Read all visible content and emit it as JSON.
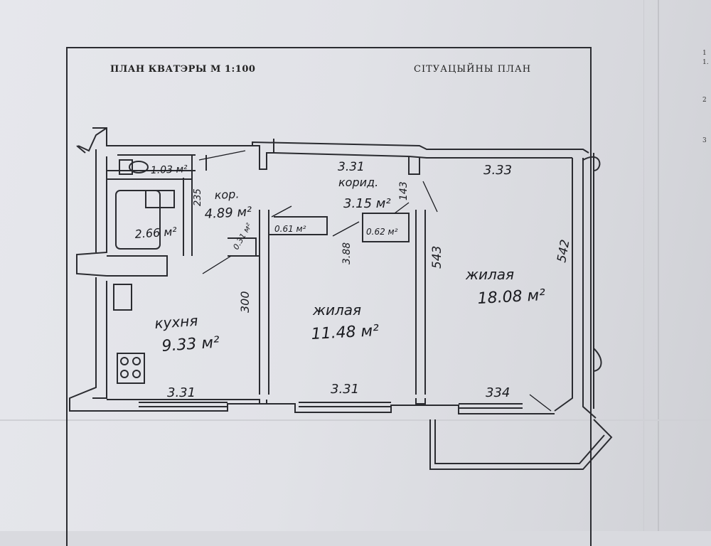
{
  "header": {
    "left_title": "ПЛАН КВАТЭРЫ М 1:100",
    "right_title": "СІТУАЦЫЙНЫ ПЛАН"
  },
  "edge_marks": [
    "1",
    "1.",
    "2",
    "3"
  ],
  "plan": {
    "rooms": [
      {
        "name": "кухня",
        "area": "9.33 м²"
      },
      {
        "name": "жилая",
        "area": "11.48 м²"
      },
      {
        "name": "жилая",
        "area": "18.08 м²"
      },
      {
        "name": "кор.",
        "area": "4.89 м²"
      },
      {
        "name": "корид.",
        "area": "3.15 м²"
      }
    ],
    "small_areas": {
      "toilet": "1.03 м²",
      "bathroom": "2.66 м²",
      "closet_1": "0.31 м²",
      "closet_2": "0.61 м²",
      "closet_3": "0.62 м²"
    },
    "dimensions": {
      "kitchen_width": "3.31",
      "kitchen_depth": "300",
      "room1_width": "3.31",
      "room1_depth": "3.88",
      "room2_top": "3.33",
      "room2_bottom": "334",
      "room2_left": "543",
      "room2_right": "542",
      "corridor_width": "3.31",
      "corridor_depth": "143",
      "hall_depth": "235"
    }
  }
}
